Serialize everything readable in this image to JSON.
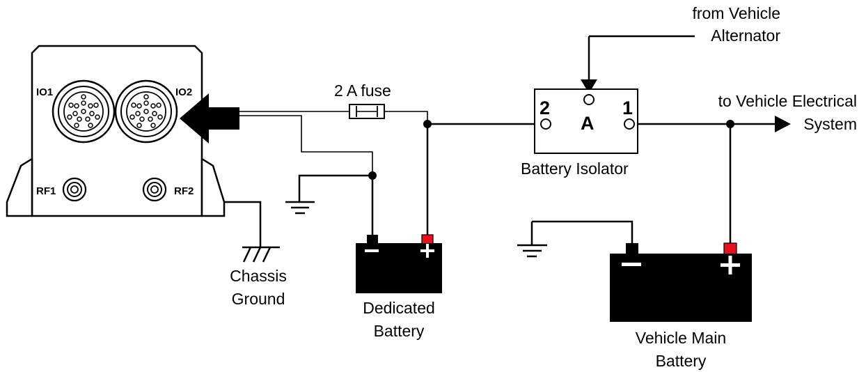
{
  "device": {
    "ports": {
      "io1": "IO1",
      "io2": "IO2",
      "rf1": "RF1",
      "rf2": "RF2"
    }
  },
  "labels": {
    "fuse": "2 A fuse",
    "isolator": "Battery Isolator",
    "alternator_line1": "from Vehicle",
    "alternator_line2": "Alternator",
    "system_line1": "to Vehicle Electrical",
    "system_line2": "System",
    "chassis_line1": "Chassis",
    "chassis_line2": "Ground",
    "dedicated_line1": "Dedicated",
    "dedicated_line2": "Battery",
    "main_line1": "Vehicle Main",
    "main_line2": "Battery"
  },
  "isolator_terminals": {
    "t2": "2",
    "ta": "A",
    "t1": "1"
  },
  "colors": {
    "line": "#000000",
    "positive_terminal": "#e8101c",
    "background": "#ffffff"
  }
}
